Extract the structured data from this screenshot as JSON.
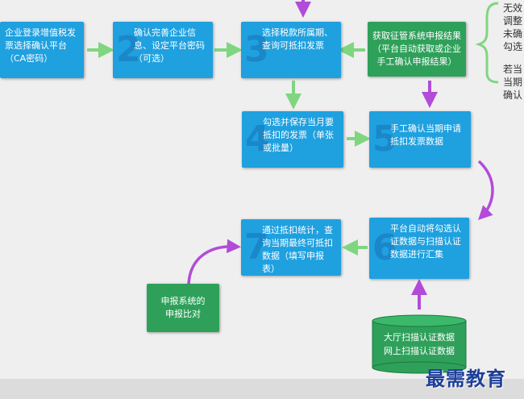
{
  "nodes": {
    "n1": {
      "text": "企业登录增值税发票选择确认平台（CA密码）"
    },
    "n2": {
      "number": "2",
      "text": "确认完善企业信息、设定平台密码（可选）"
    },
    "n3": {
      "number": "3",
      "text": "选择税款所属期、查询可抵扣发票"
    },
    "n4": {
      "number": "4",
      "text": "勾选并保存当月要抵扣的发票（单张或批量）"
    },
    "n5": {
      "number": "5",
      "text": "手工确认当期申请抵扣发票数据"
    },
    "n6": {
      "number": "6",
      "text": "平台自动将勾选认证数据与扫描认证数据进行汇集"
    },
    "n7": {
      "number": "7",
      "text": "通过抵扣统计，查询当期最终可抵扣数据（填写申报表）"
    },
    "n8": {
      "text": "获取征管系统申报结果（平台自动获取或企业手工确认申报结果）"
    },
    "n9": {
      "text": "申报系统的申报比对"
    }
  },
  "database": {
    "line1": "大厅扫描认证数据",
    "line2": "网上扫描认证数据"
  },
  "side_note": {
    "lines": [
      "无效",
      "调整",
      "未确",
      "勾选",
      "若当",
      "当期",
      "确认"
    ]
  },
  "brand": "最需教育",
  "colors": {
    "blue": "#1fa0df",
    "green": "#2ea05a",
    "arrow_green": "#7fd67f",
    "arrow_purple": "#b24bd8"
  }
}
